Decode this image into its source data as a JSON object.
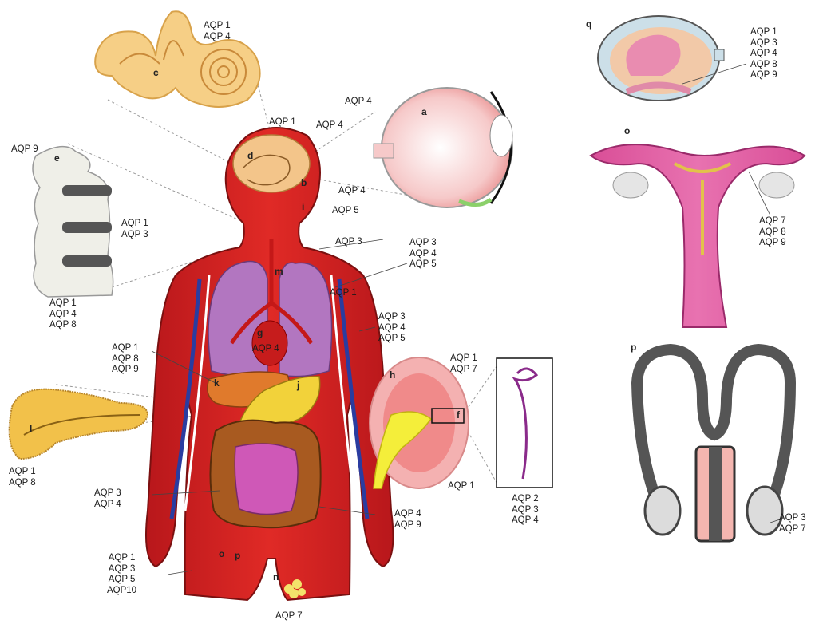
{
  "labels": {
    "ear": "AQP 1\nAQP 4",
    "brain_left": "AQP 1",
    "brain_right": "AQP 4",
    "eye_top": "AQP 4",
    "eye_bottom": "AQP 4",
    "nose": "AQP 5",
    "spine_top": "AQP 9",
    "spine_mid": "AQP 1\nAQP 3",
    "spine_bottom": "AQP 1\nAQP 4\nAQP 8",
    "trachea": "AQP 3",
    "airway": "AQP 3\nAQP 4\nAQP 5",
    "lung": "AQP 1",
    "heart": "AQP 4",
    "liver": "AQP 1\nAQP 8\nAQP 9",
    "gallbladder": "AQP 3\nAQP 4\nAQP 5",
    "pancreas": "AQP 1\nAQP 8",
    "stomach": "AQP 3\nAQP 4",
    "colon": "AQP 4\nAQP 9",
    "kidney_top": "AQP 1\nAQP 7",
    "kidney_bottom": "AQP 1",
    "nephron": "AQP 2\nAQP 3\nAQP 4",
    "skin": "AQP 1\nAQP 3\nAQP 5\nAQP10",
    "fat": "AQP 7",
    "placenta": "AQP 1\nAQP 3\nAQP 4\nAQP 8\nAQP 9",
    "ovary": "AQP 7\nAQP 8\nAQP 9",
    "testis": "AQP 3\nAQP 7"
  },
  "letters": {
    "a": "a",
    "b": "b",
    "c": "c",
    "d": "d",
    "e": "e",
    "f": "f",
    "g": "g",
    "h": "h",
    "i": "i",
    "j": "j",
    "k": "k",
    "l": "l",
    "m": "m",
    "n": "n",
    "o": "o",
    "p": "p",
    "q": "q",
    "o2": "o",
    "p2": "p"
  }
}
